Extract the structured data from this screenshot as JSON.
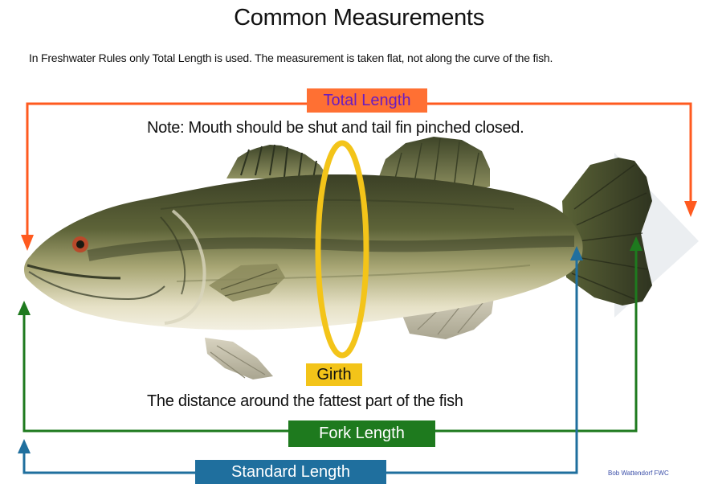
{
  "title": "Common Measurements",
  "subtitle": "In Freshwater Rules only Total Length is used.  The measurement is taken flat, not along the curve of the fish.",
  "note": "Note:  Mouth should be shut and tail fin pinched closed.",
  "labels": {
    "total_length": "Total Length",
    "girth": "Girth",
    "fork_length": "Fork Length",
    "standard_length": "Standard Length"
  },
  "girth_description": "The distance around the fattest part of the fish",
  "credit": "Bob Wattendorf  FWC",
  "colors": {
    "total_length": "#ff7033",
    "total_length_text": "#6a1cc0",
    "girth": "#f3c419",
    "fork_length": "#1e7a1e",
    "standard_length": "#1f6f9e"
  }
}
